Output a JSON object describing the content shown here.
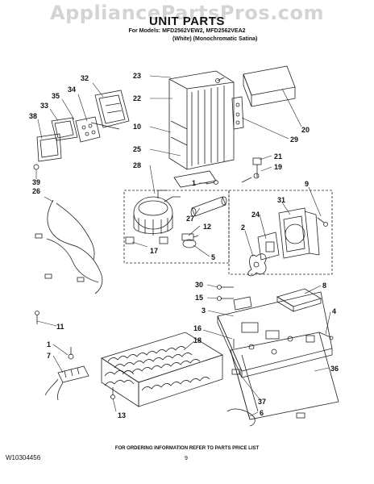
{
  "watermark": "AppliancePartsPros.com",
  "title": "UNIT PARTS",
  "models_line": "For Models: MFD2562VEW2, MFD2562VEA2",
  "colors_line": "(White) (Monochromatic Satina)",
  "footer_note": "FOR ORDERING INFORMATION REFER TO PARTS PRICE LIST",
  "doc_id": "W10304456",
  "page_number": "9",
  "callouts": {
    "c32": "32",
    "c34": "34",
    "c35": "35",
    "c33": "33",
    "c38": "38",
    "c39": "39",
    "c26": "26",
    "c23": "23",
    "c22": "22",
    "c10": "10",
    "c25": "25",
    "c28": "28",
    "c1a": "1",
    "c27": "27",
    "c12": "12",
    "c17": "17",
    "c5": "5",
    "c20": "20",
    "c29": "29",
    "c21": "21",
    "c19": "19",
    "c9": "9",
    "c31": "31",
    "c24": "24",
    "c2": "2",
    "c30": "30",
    "c15": "15",
    "c3": "3",
    "c8": "8",
    "c4": "4",
    "c16": "16",
    "c18": "18",
    "c11": "11",
    "c1b": "1",
    "c7": "7",
    "c36": "36",
    "c37": "37",
    "c6": "6",
    "c13": "13"
  }
}
